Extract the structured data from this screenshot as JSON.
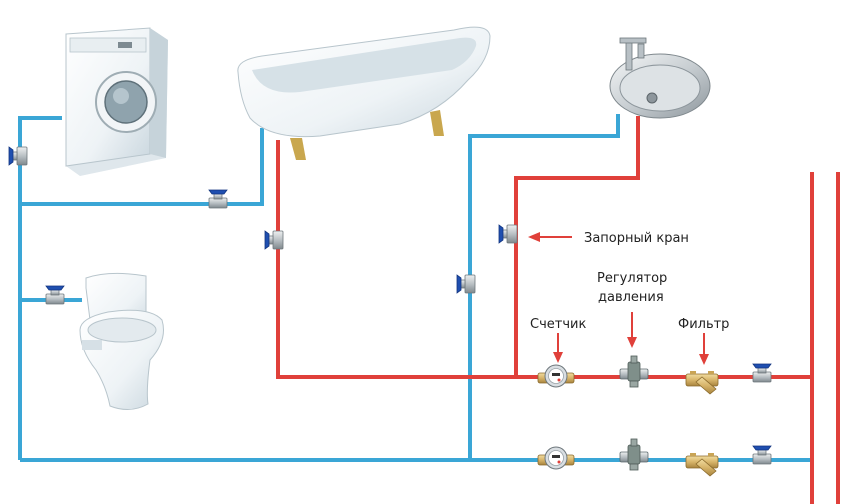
{
  "labels": {
    "shutoff_valve": "Запорный кран",
    "pressure_regulator_line1": "Регулятор",
    "pressure_regulator_line2": "давления",
    "meter": "Счетчик",
    "filter": "Фильтр"
  },
  "colors": {
    "cold_water": "#3aa6d6",
    "hot_water": "#e0403a",
    "valve_handle": "#1f4fb0",
    "brass": "#d7b46a"
  },
  "icons": [
    "washing-machine-icon",
    "bathtub-icon",
    "sink-icon",
    "toilet-icon",
    "valve-icon",
    "water-meter-icon",
    "pressure-regulator-icon",
    "filter-icon"
  ]
}
